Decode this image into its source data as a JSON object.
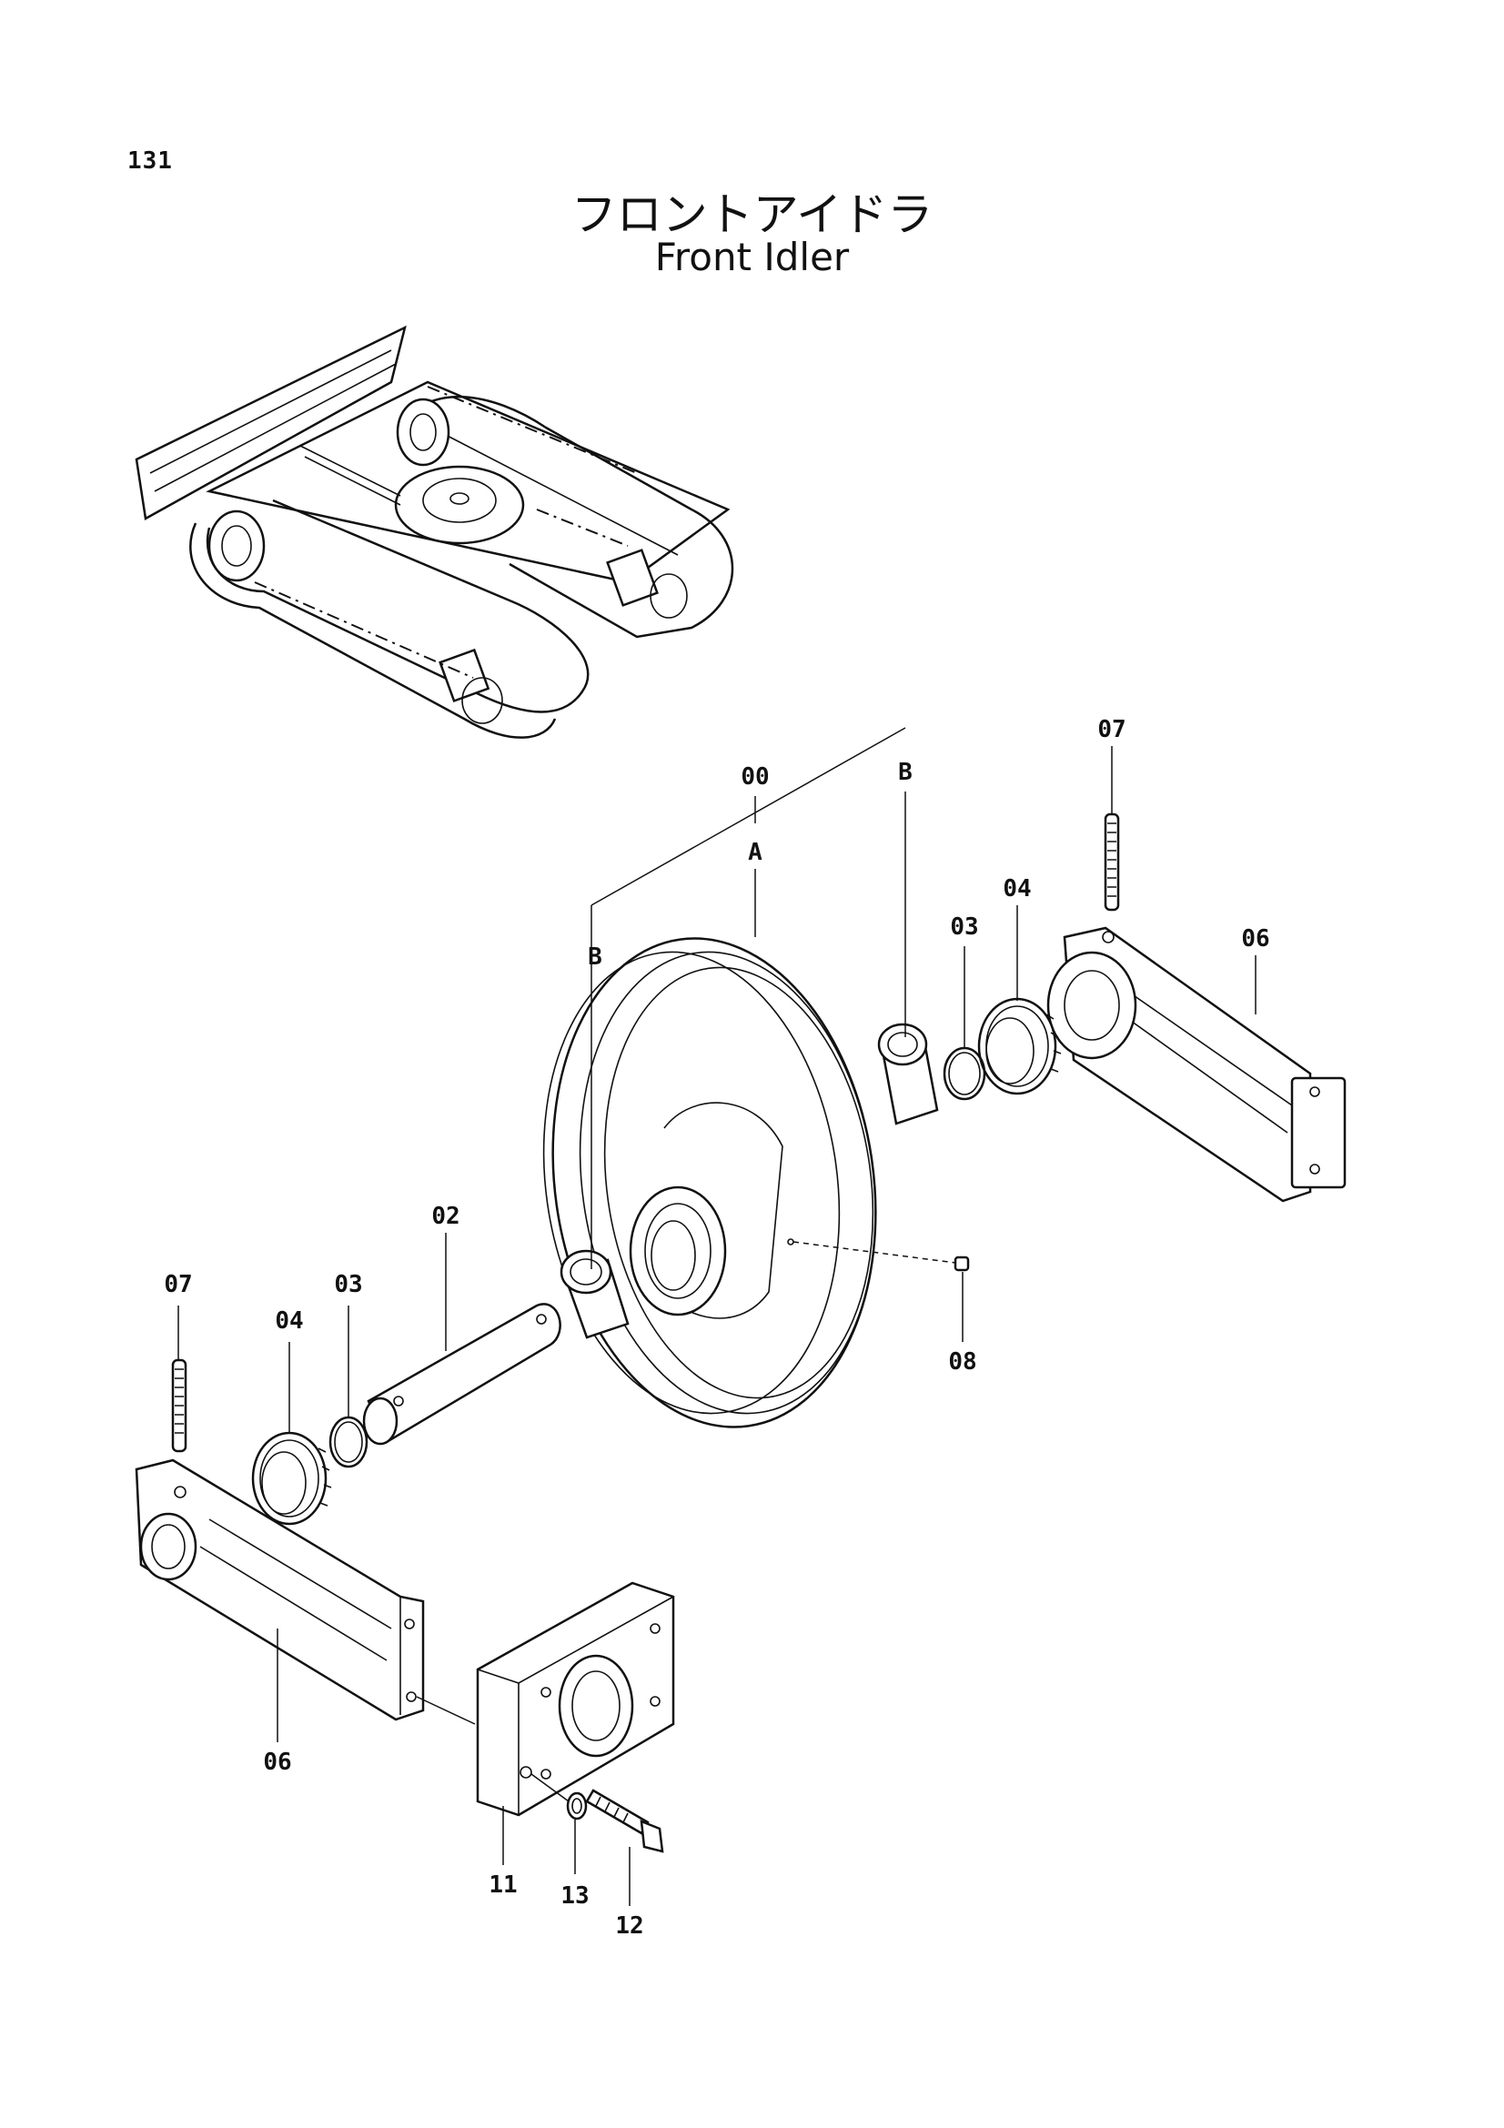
{
  "page_number": "131",
  "title_jp": "フロントアイドラ",
  "title_en": "Front Idler",
  "callouts": {
    "assembly": "00",
    "wheel": "A",
    "bushing_right": "B",
    "bushing_left": "B",
    "shaft": "02",
    "o_ring_right": "03",
    "o_ring_left": "03",
    "seal_right": "04",
    "seal_left": "04",
    "bracket_right": "06",
    "bracket_left": "06",
    "pin_right": "07",
    "pin_left": "07",
    "plug": "08",
    "block": "11",
    "bolt": "12",
    "washer": "13"
  }
}
